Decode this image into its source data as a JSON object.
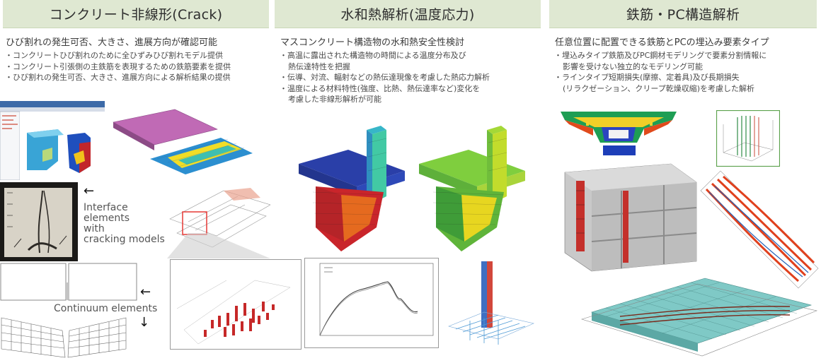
{
  "panels": [
    {
      "title": "コンクリート非線形(Crack)",
      "lead": "ひび割れの発生可否、大きさ、進展方向が確認可能",
      "bullets": [
        "・コンクリートひび割れのために全ひずみひび割れモデル提供",
        "・コンクリート引張側の主鉄筋を表現するための鉄筋要素を提供",
        "・ひび割れの発生可否、大きさ、進展方向による解析結果の提供"
      ],
      "labels": {
        "interface": [
          "Interface",
          "elements",
          "with",
          "cracking models"
        ],
        "continuum": "Continuum  elements"
      }
    },
    {
      "title": "水和熱解析(温度応力)",
      "lead": "マスコンクリート構造物の水和熱安全性検討",
      "bullets": [
        "・高温に露出された構造物の時間による温度分布及び",
        "熱伝達特性を把握",
        "・伝導、対流、輻射などの熱伝達現像を考慮した熱応力解析",
        "・温度による材料特性(強度、比熱、熱伝達率など)変化を",
        "考慮した非線形解析が可能"
      ]
    },
    {
      "title": "鉄筋・PC構造解析",
      "lead": "任意位置に配置できる鉄筋とPCの埋込み要素タイプ",
      "bullets": [
        "・埋込みタイプ鉄筋及びPC鋼材モデリングで要素分割情報に",
        "影響を受けない独立的なモデリング可能",
        "・ラインタイプ短期損失(摩擦、定着具)及び長期損失",
        "(リラクゼーション、クリープ乾燥収縮)を考慮した解析"
      ]
    }
  ],
  "icons": {
    "arrow_left": "←",
    "arrow_down": "↓"
  }
}
